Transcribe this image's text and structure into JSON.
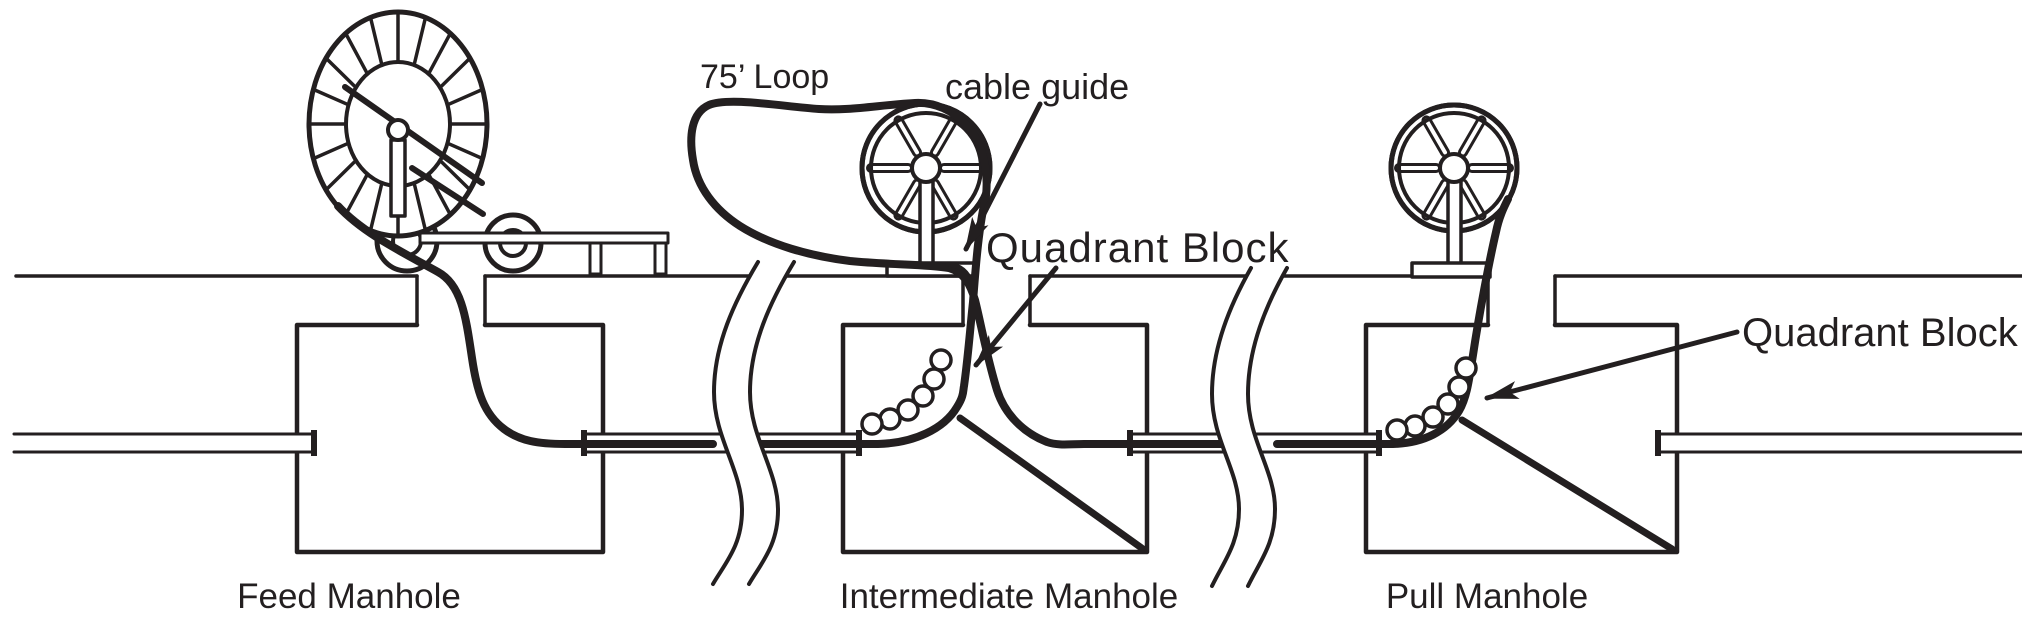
{
  "diagram": {
    "type": "line-art technical illustration",
    "subject": "Cable pulling setup through feed, intermediate and pull manholes",
    "background_color": "#ffffff",
    "ink_color": "#231f20",
    "labels": {
      "loop": "75’ Loop",
      "cable_guide": "cable guide",
      "quadrant_block_intermediate": "Quadrant Block",
      "quadrant_block_pull": "Quadrant Block",
      "feed_manhole": "Feed Manhole",
      "intermediate_manhole": "Intermediate Manhole",
      "pull_manhole": "Pull Manhole"
    }
  }
}
